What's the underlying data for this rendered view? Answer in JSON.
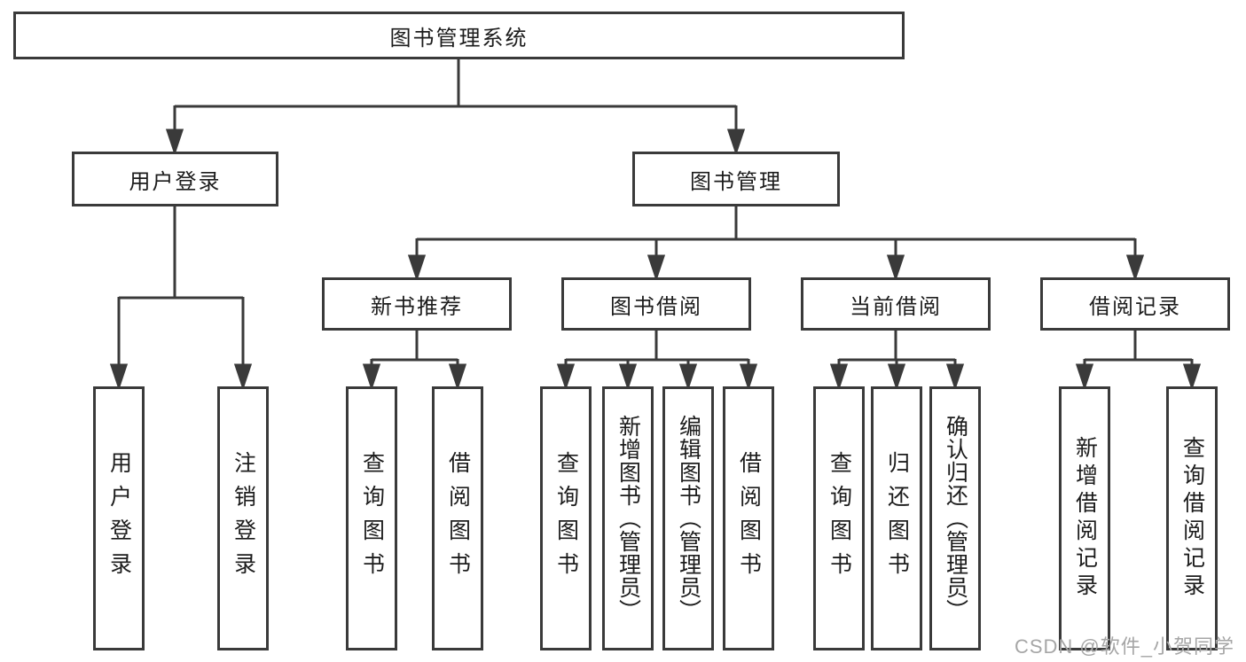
{
  "tree": {
    "label": "图书管理系统",
    "children": [
      {
        "label": "用户登录",
        "children": [
          {
            "label": "用户登录"
          },
          {
            "label": "注销登录"
          }
        ]
      },
      {
        "label": "图书管理",
        "children": [
          {
            "label": "新书推荐",
            "children": [
              {
                "label": "查询图书"
              },
              {
                "label": "借阅图书"
              }
            ]
          },
          {
            "label": "图书借阅",
            "children": [
              {
                "label": "查询图书"
              },
              {
                "label": "新增图书（管理员）"
              },
              {
                "label": "编辑图书（管理员）"
              },
              {
                "label": "借阅图书"
              }
            ]
          },
          {
            "label": "当前借阅",
            "children": [
              {
                "label": "查询图书"
              },
              {
                "label": "归还图书"
              },
              {
                "label": "确认归还（管理员）"
              }
            ]
          },
          {
            "label": "借阅记录",
            "children": [
              {
                "label": "新增借阅记录"
              },
              {
                "label": "查询借阅记录"
              }
            ]
          }
        ]
      }
    ]
  },
  "watermark": {
    "text": "CSDN @软件_小贺同学"
  },
  "colors": {
    "line": "#3a3a3a",
    "text": "#1c1c1c",
    "watermark": "#a6a6a6",
    "background": "#ffffff"
  }
}
